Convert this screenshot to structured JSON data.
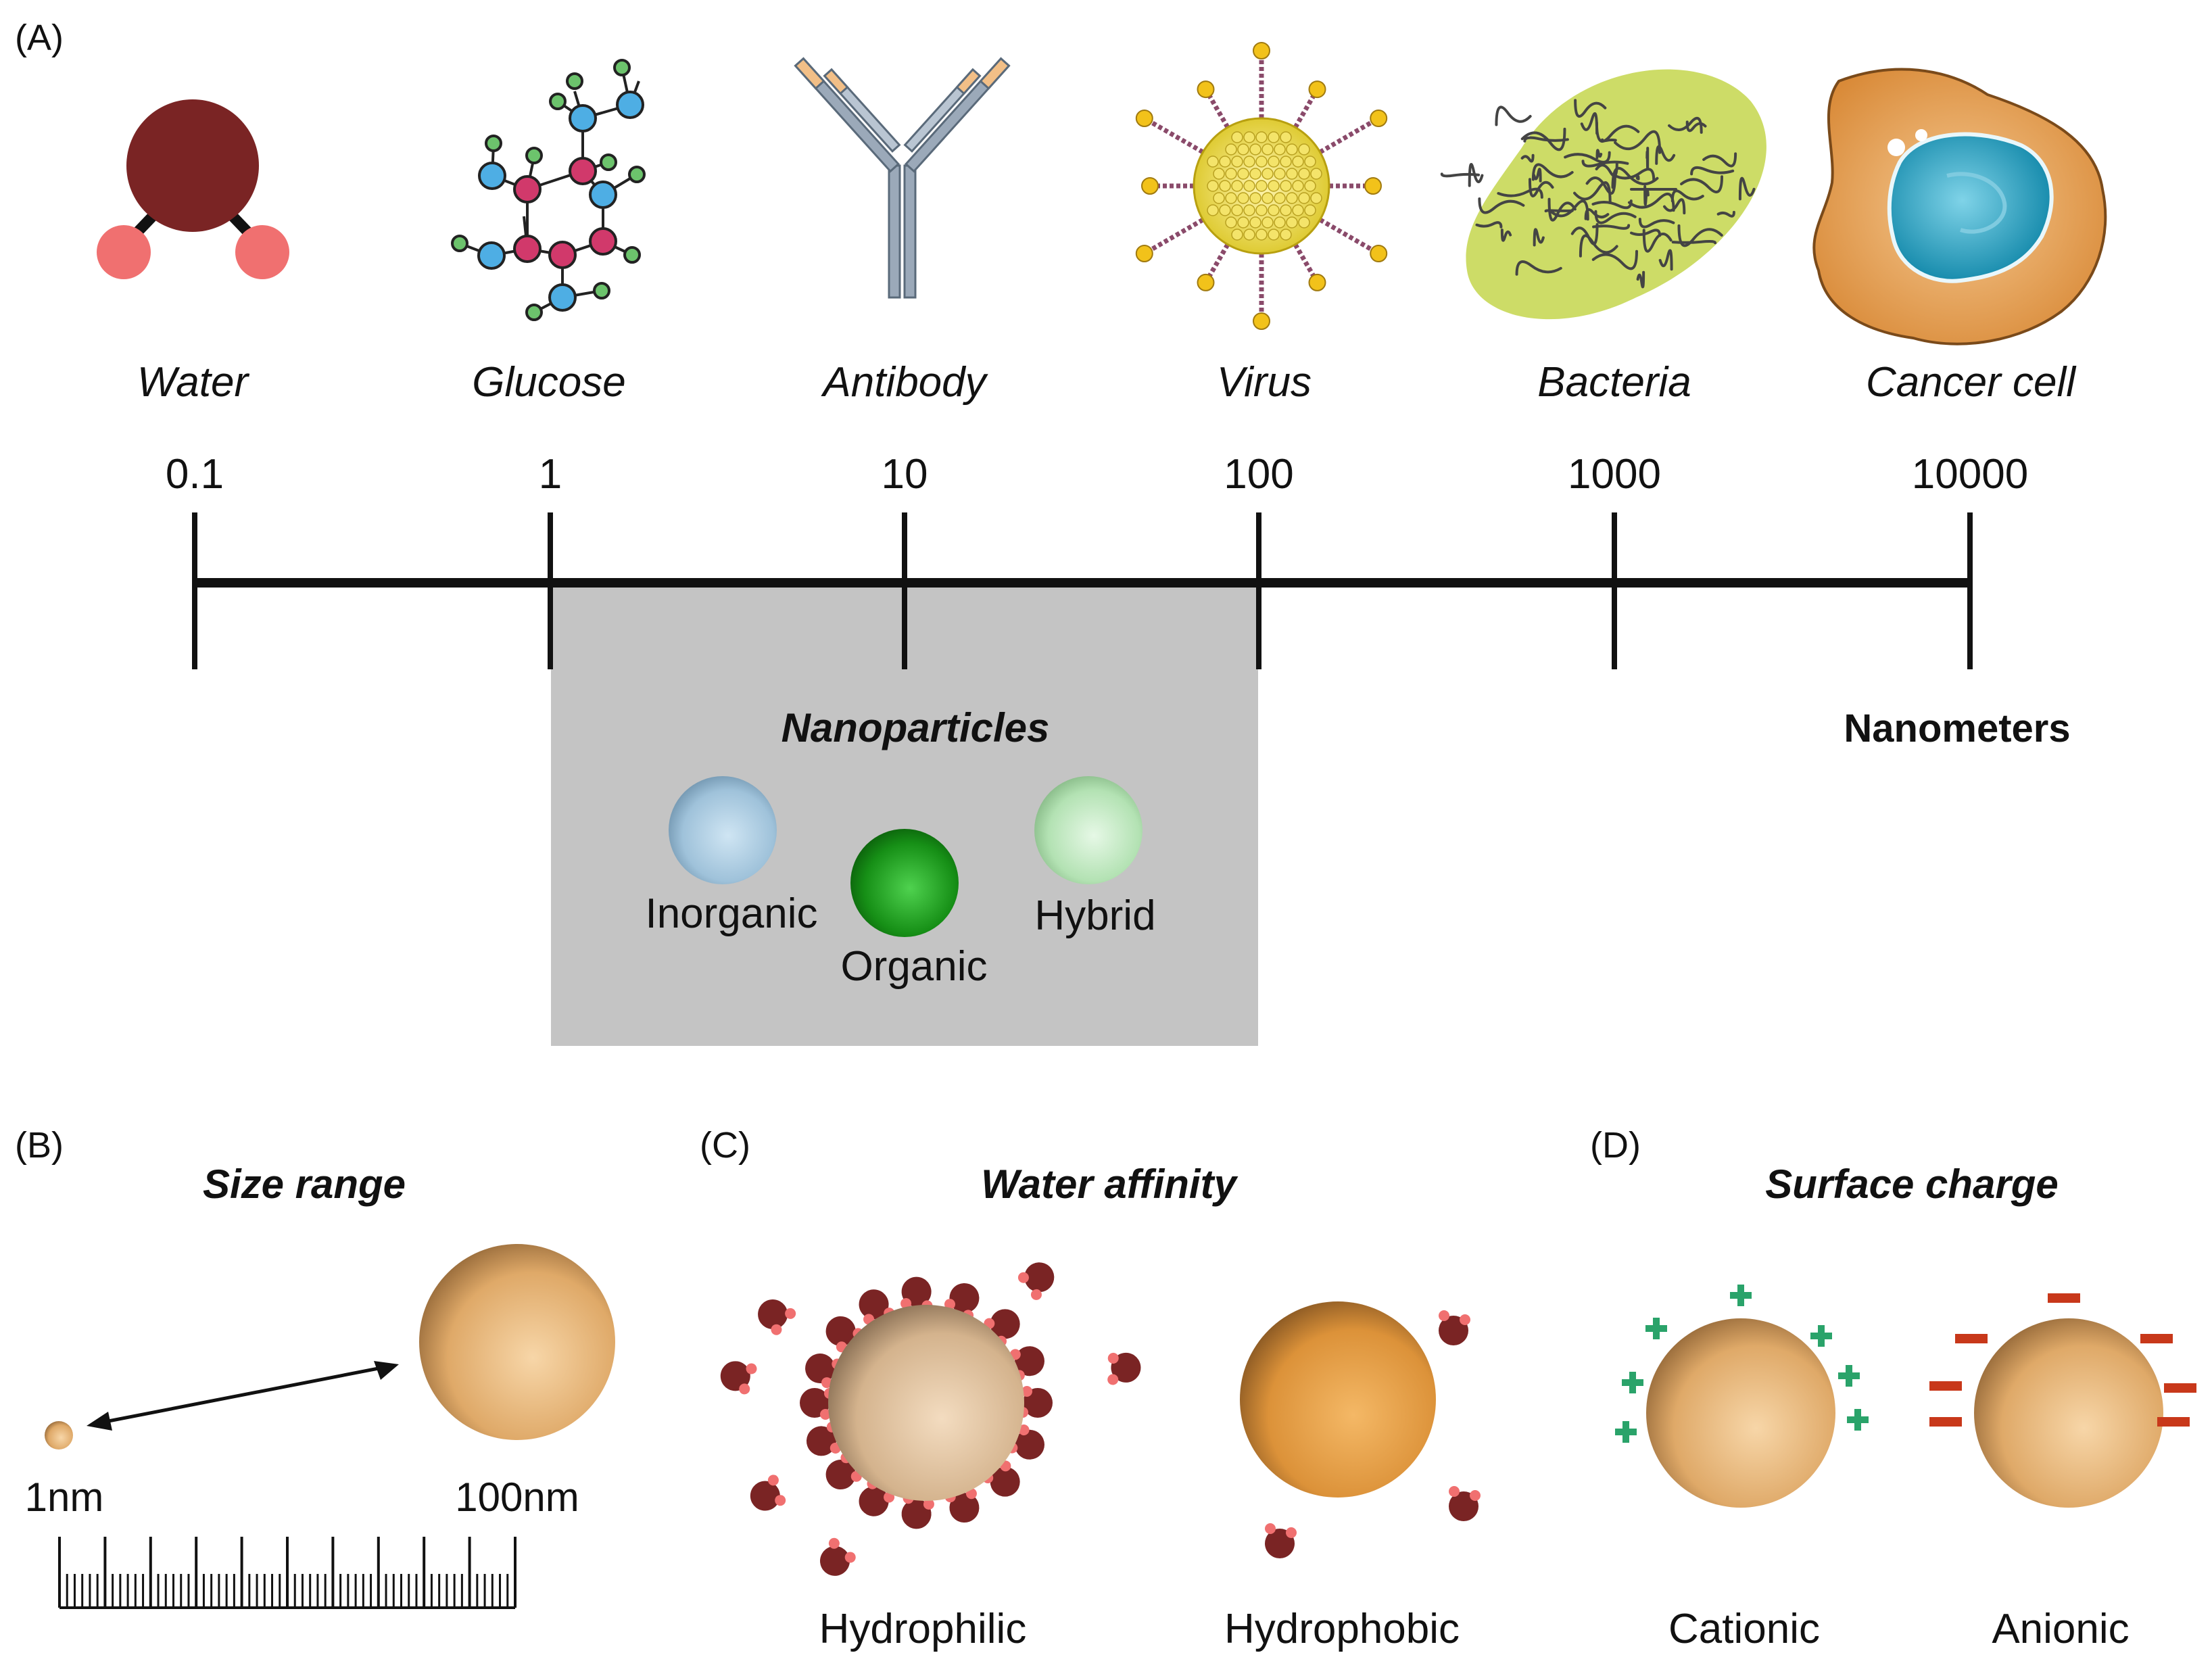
{
  "panel_a": {
    "tag": "(A)",
    "entities": [
      {
        "label": "Water",
        "icon": "water-molecule-icon"
      },
      {
        "label": "Glucose",
        "icon": "glucose-molecule-icon"
      },
      {
        "label": "Antibody",
        "icon": "antibody-icon"
      },
      {
        "label": "Virus",
        "icon": "virus-icon"
      },
      {
        "label": "Bacteria",
        "icon": "bacteria-icon"
      },
      {
        "label": "Cancer cell",
        "icon": "cancer-cell-icon"
      }
    ],
    "scale_ticks": [
      "0.1",
      "1",
      "10",
      "100",
      "1000",
      "10000"
    ],
    "unit_label": "Nanometers",
    "nanoparticle_box": {
      "title": "Nanoparticles",
      "types": [
        "Inorganic",
        "Organic",
        "Hybrid"
      ],
      "colors": {
        "inorganic": "#a9c9df",
        "organic": "#1f9a1f",
        "hybrid": "#b6e4b6",
        "box": "#c4c4c4"
      }
    }
  },
  "panel_b": {
    "tag": "(B)",
    "title": "Size range",
    "small_label": "1nm",
    "large_label": "100nm"
  },
  "panel_c": {
    "tag": "(C)",
    "title": "Water affinity",
    "left_label": "Hydrophilic",
    "right_label": "Hydrophobic"
  },
  "panel_d": {
    "tag": "(D)",
    "title": "Surface charge",
    "left_label": "Cationic",
    "right_label": "Anionic",
    "colors": {
      "positive": "#2aa36a",
      "negative": "#c8381a"
    }
  },
  "palette": {
    "water_oxygen": "#7a2424",
    "water_hydrogen": "#f07070",
    "particle": "#e7b477",
    "particle_dark": "#e0983f"
  }
}
